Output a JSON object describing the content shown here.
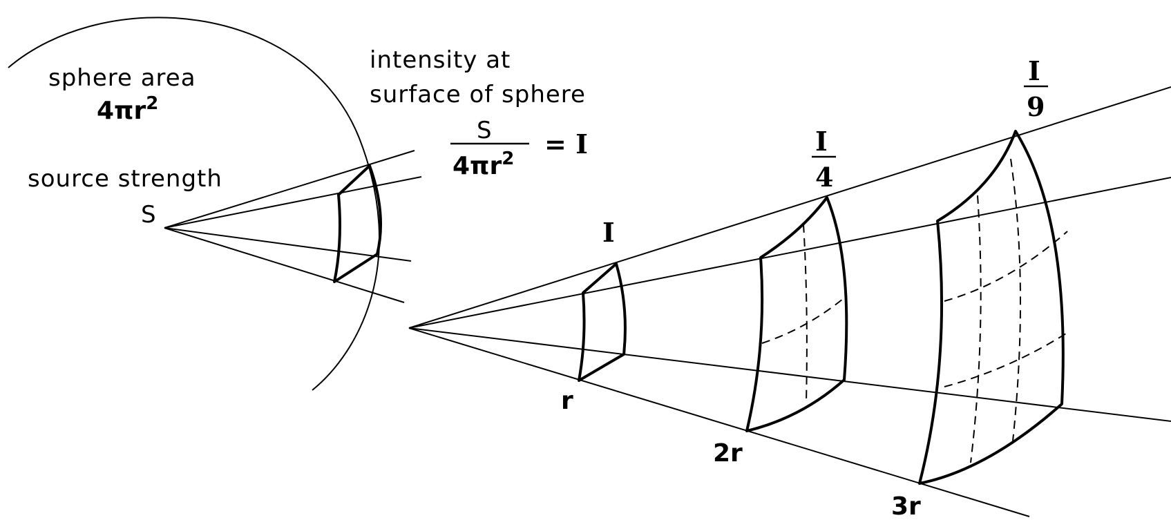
{
  "labels": {
    "sphere_area": "sphere area",
    "sphere_area_formula_base": "4πr",
    "sphere_area_formula_exp": "2",
    "source_strength": "source strength",
    "source_symbol": "S",
    "intensity_line1": "intensity at",
    "intensity_line2": "surface of sphere",
    "frac_numerator": "S",
    "frac_denominator_base": "4πr",
    "frac_denominator_exp": "2",
    "frac_equals": "= I"
  },
  "distances": [
    "r",
    "2r",
    "3r"
  ],
  "intensities": {
    "at_r": "I",
    "at_2r_numerator": "I",
    "at_2r_denominator": "4",
    "at_3r_numerator": "I",
    "at_3r_denominator": "9"
  }
}
